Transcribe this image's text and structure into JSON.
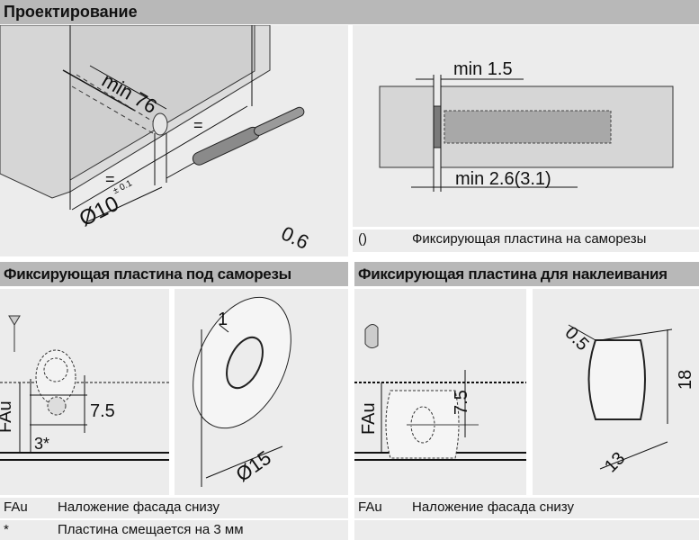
{
  "sections": {
    "design": {
      "title": "Проектирование",
      "dims": {
        "depth": "min 76",
        "diameter": "Ø10",
        "tolerance": "± 0.1",
        "equal": "=",
        "overhang": "0.6",
        "gap": "min 1.5",
        "depth2": "min 2.6(3.1)"
      },
      "legend": {
        "key": "()",
        "text": "Фиксирующая пластина на саморезы"
      }
    },
    "screw_plate": {
      "title": "Фиксирующая пластина под саморезы",
      "dims": {
        "fau": "FAu",
        "offset": "7.5",
        "shift": "3*",
        "thickness": "1",
        "diameter": "Ø15"
      },
      "legend": [
        {
          "key": "FAu",
          "text": "Наложение фасада снизу"
        },
        {
          "key": "*",
          "text": "Пластина смещается на 3 мм"
        }
      ]
    },
    "adhesive_plate": {
      "title": "Фиксирующая пластина для наклеивания",
      "dims": {
        "fau": "FAu",
        "offset": "7.5",
        "thickness": "0.5",
        "height": "18",
        "width": "13"
      },
      "legend": [
        {
          "key": "FAu",
          "text": "Наложение фасада снизу"
        }
      ]
    }
  }
}
